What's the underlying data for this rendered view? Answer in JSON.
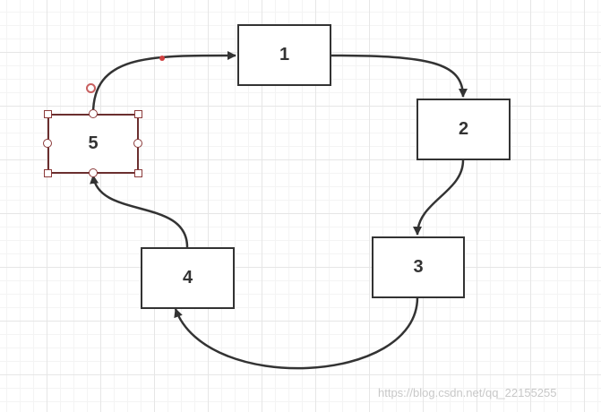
{
  "nodes": [
    {
      "id": "1",
      "label": "1"
    },
    {
      "id": "2",
      "label": "2"
    },
    {
      "id": "3",
      "label": "3"
    },
    {
      "id": "4",
      "label": "4"
    },
    {
      "id": "5",
      "label": "5"
    }
  ],
  "edges": [
    {
      "from": "5",
      "to": "1"
    },
    {
      "from": "1",
      "to": "2"
    },
    {
      "from": "2",
      "to": "3"
    },
    {
      "from": "3",
      "to": "4"
    },
    {
      "from": "4",
      "to": "5"
    }
  ],
  "selected_node": "5",
  "watermark": "https://blog.csdn.net/qq_22155255",
  "colors": {
    "stroke": "#333333",
    "selection": "#8b3a3a",
    "waypoint": "#d04040",
    "grid": "#e6e6e6"
  }
}
